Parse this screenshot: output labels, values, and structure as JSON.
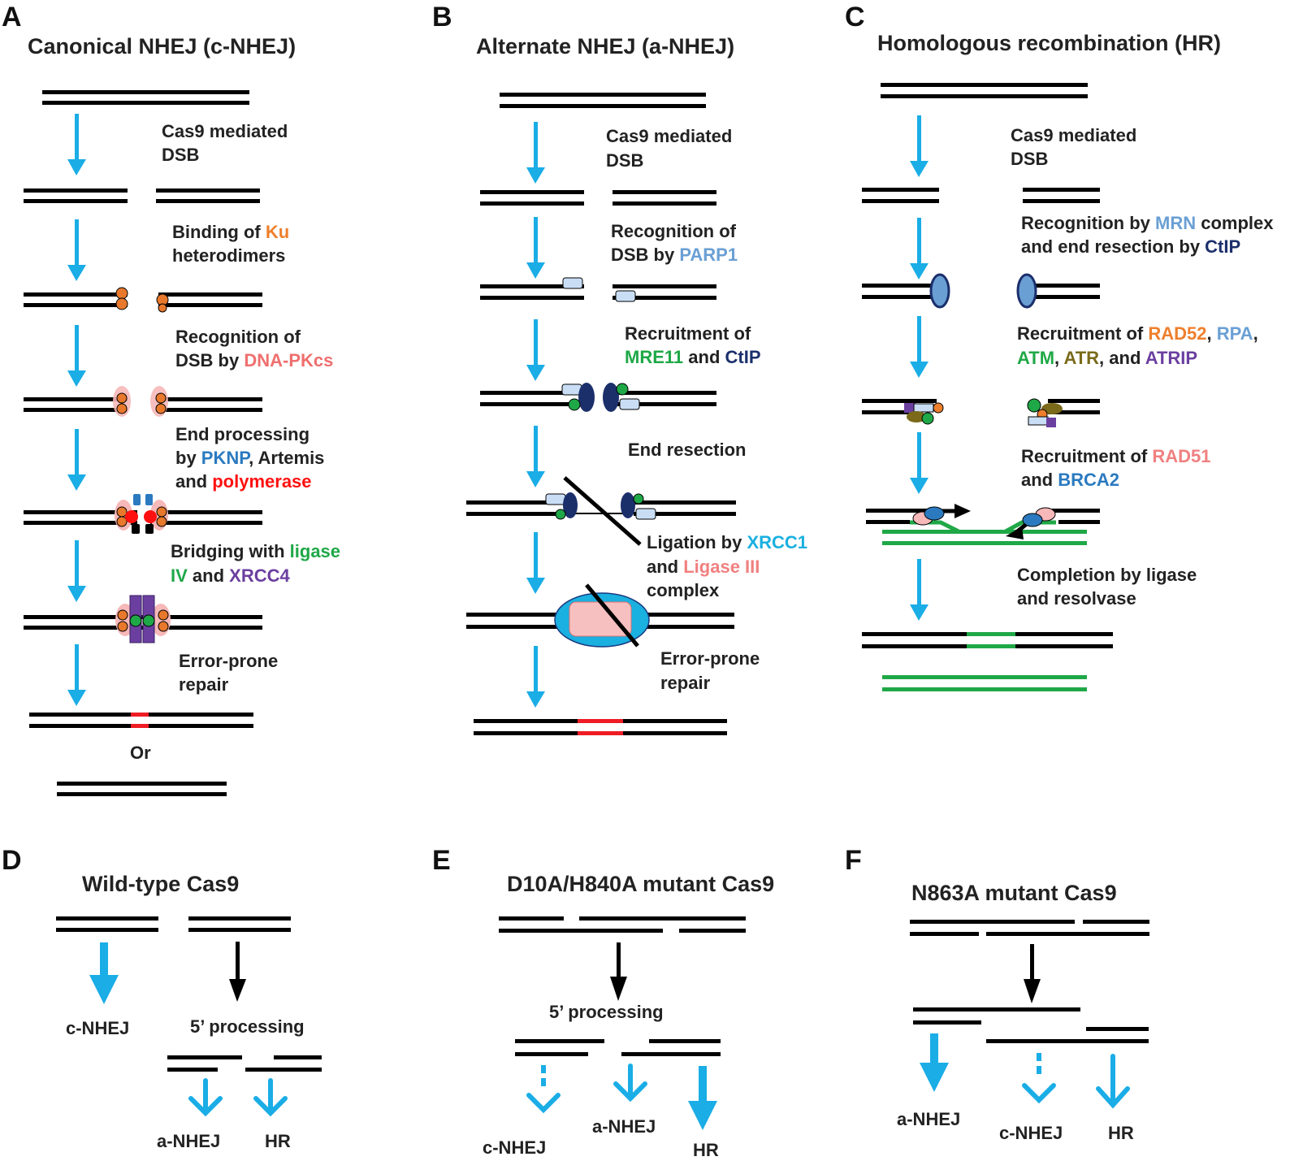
{
  "colors": {
    "blue_arrow": "#1aade6",
    "dna": "#000000",
    "red": "#ee1c24",
    "green": "#1fa847",
    "orange": "#ee7f2c",
    "ku_orange": "#e8792c",
    "pink": "#ef6f6f",
    "light_blue": "#6a9fd4",
    "navy": "#1b2f6b",
    "purple": "#6b3fa0",
    "olive": "#7a6a1a",
    "salmon": "#f08080",
    "bright_red": "#ff1010",
    "mid_blue": "#2b7ac0",
    "cyan": "#1ab0e0",
    "dark_blue": "#1b3a80",
    "pale_blue": "#c9def5",
    "pale_pink": "#f6b8b8"
  },
  "panels": {
    "A": {
      "letter": "A",
      "title": "Canonical NHEJ (c-NHEJ)",
      "step1": [
        "Cas9 mediated",
        "DSB"
      ],
      "step2": [
        [
          [
            "Binding of ",
            "dark"
          ],
          [
            "Ku",
            "orange"
          ]
        ],
        [
          [
            "heterodimers",
            "dark"
          ]
        ]
      ],
      "step3": [
        [
          [
            "Recognition of",
            "dark"
          ]
        ],
        [
          [
            "DSB by ",
            "dark"
          ],
          [
            "DNA-PKcs",
            "pink"
          ]
        ]
      ],
      "step4": [
        [
          [
            "End processing",
            "dark"
          ]
        ],
        [
          [
            "by ",
            "dark"
          ],
          [
            "PKNP",
            "mid_blue"
          ],
          [
            ", Artemis",
            "dark"
          ]
        ],
        [
          [
            "and ",
            "dark"
          ],
          [
            "polymerase",
            "bright_red"
          ]
        ]
      ],
      "step5": [
        [
          [
            "Bridging with ",
            "dark"
          ],
          [
            "ligase",
            "green"
          ]
        ],
        [
          [
            "IV",
            "green"
          ],
          [
            " and ",
            "dark"
          ],
          [
            "XRCC4",
            "purple"
          ]
        ]
      ],
      "step6": [
        "Error-prone",
        "repair"
      ],
      "or": "Or"
    },
    "B": {
      "letter": "B",
      "title": "Alternate NHEJ (a-NHEJ)",
      "step1": [
        "Cas9 mediated",
        "DSB"
      ],
      "step2": [
        [
          [
            "Recognition of",
            "dark"
          ]
        ],
        [
          [
            "DSB by ",
            "dark"
          ],
          [
            "PARP1",
            "light_blue"
          ]
        ]
      ],
      "step3": [
        [
          [
            "Recruitment of",
            "dark"
          ]
        ],
        [
          [
            "MRE11",
            "green"
          ],
          [
            " and ",
            "dark"
          ],
          [
            "CtIP",
            "navy"
          ]
        ]
      ],
      "step4": [
        "End resection"
      ],
      "step5": [
        [
          [
            "Ligation by ",
            "dark"
          ],
          [
            "XRCC1",
            "cyan"
          ]
        ],
        [
          [
            "and ",
            "dark"
          ],
          [
            "Ligase III",
            "salmon"
          ]
        ],
        [
          [
            "complex",
            "dark"
          ]
        ]
      ],
      "step6": [
        "Error-prone",
        "repair"
      ]
    },
    "C": {
      "letter": "C",
      "title": "Homologous recombination (HR)",
      "step1": [
        "Cas9 mediated",
        "DSB"
      ],
      "step2": [
        [
          [
            "Recognition by ",
            "dark"
          ],
          [
            "MRN",
            "light_blue"
          ],
          [
            " complex",
            "dark"
          ]
        ],
        [
          [
            "and end resection by ",
            "dark"
          ],
          [
            "CtIP",
            "navy"
          ]
        ]
      ],
      "step3": [
        [
          [
            "Recruitment of ",
            "dark"
          ],
          [
            "RAD52",
            "orange"
          ],
          [
            ", ",
            "dark"
          ],
          [
            "RPA",
            "light_blue"
          ],
          [
            ",",
            "dark"
          ]
        ],
        [
          [
            "ATM",
            "green"
          ],
          [
            ", ",
            "dark"
          ],
          [
            "ATR",
            "olive"
          ],
          [
            ", and ",
            "dark"
          ],
          [
            "ATRIP",
            "purple"
          ]
        ]
      ],
      "step4": [
        [
          [
            "Recruitment of ",
            "dark"
          ],
          [
            "RAD51",
            "salmon"
          ]
        ],
        [
          [
            "and ",
            "dark"
          ],
          [
            "BRCA2",
            "mid_blue"
          ]
        ]
      ],
      "step5": [
        "Completion by ligase",
        "and resolvase"
      ]
    },
    "D": {
      "letter": "D",
      "title": "Wild-type Cas9",
      "cnhej": "c-NHEJ",
      "processing": "5’ processing",
      "anhej": "a-NHEJ",
      "hr": "HR"
    },
    "E": {
      "letter": "E",
      "title": "D10A/H840A mutant Cas9",
      "processing": "5’ processing",
      "cnhej": "c-NHEJ",
      "anhej": "a-NHEJ",
      "hr": "HR"
    },
    "F": {
      "letter": "F",
      "title": "N863A mutant Cas9",
      "anhej": "a-NHEJ",
      "cnhej": "c-NHEJ",
      "hr": "HR"
    }
  }
}
